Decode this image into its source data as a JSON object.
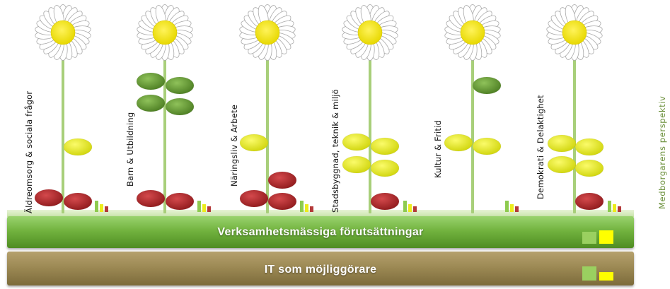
{
  "flowers": [
    {
      "label": "Äldreomsorg & sociala frågor"
    },
    {
      "label": "Barn & Utbildning"
    },
    {
      "label": "Näringsliv & Arbete"
    },
    {
      "label": "Stadsbyggnad, teknik & miljö"
    },
    {
      "label": "Kultur & Fritid"
    },
    {
      "label": "Demokrati & Delaktighet"
    }
  ],
  "bands": {
    "business": "Verksamhetsmässiga förutsättningar",
    "it": "IT som möjliggörare"
  },
  "side_label": "Medborgarens perspektiv",
  "colors": {
    "leaf_red": "#b5262a",
    "leaf_yellow": "#e6ea10",
    "leaf_green": "#6a9e32",
    "stem": "#a8cf7a",
    "petal": "#ffffff",
    "center": "#f5e60a",
    "band_green": "#72b33f",
    "band_khaki": "#9a8752"
  }
}
